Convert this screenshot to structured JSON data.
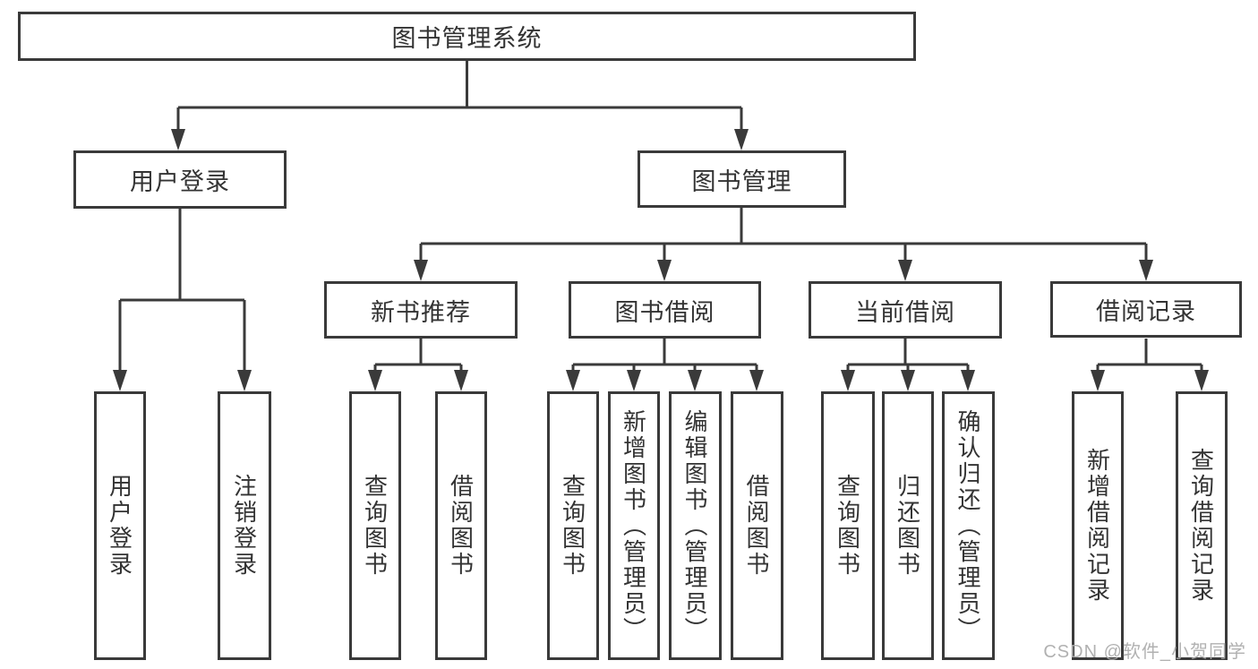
{
  "diagram_type": "hierarchy-tree",
  "colors": {
    "line": "#3a3a3a",
    "text": "#333333",
    "background": "#ffffff",
    "watermark": "#ababab"
  },
  "watermark": {
    "text": "CSDN @软件_小贺同学"
  },
  "structure": {
    "root": "图书管理系统",
    "children": [
      {
        "label": "用户登录",
        "children": [
          "用户登录",
          "注销登录"
        ]
      },
      {
        "label": "图书管理",
        "children": [
          {
            "label": "新书推荐",
            "children": [
              "查询图书",
              "借阅图书"
            ]
          },
          {
            "label": "图书借阅",
            "children": [
              "查询图书",
              "新增图书（管理员）",
              "编辑图书（管理员）",
              "借阅图书"
            ]
          },
          {
            "label": "当前借阅",
            "children": [
              "查询图书",
              "归还图书",
              "确认归还（管理员）"
            ]
          },
          {
            "label": "借阅记录",
            "children": [
              "新增借阅记录",
              "查询借阅记录"
            ]
          }
        ]
      }
    ]
  }
}
